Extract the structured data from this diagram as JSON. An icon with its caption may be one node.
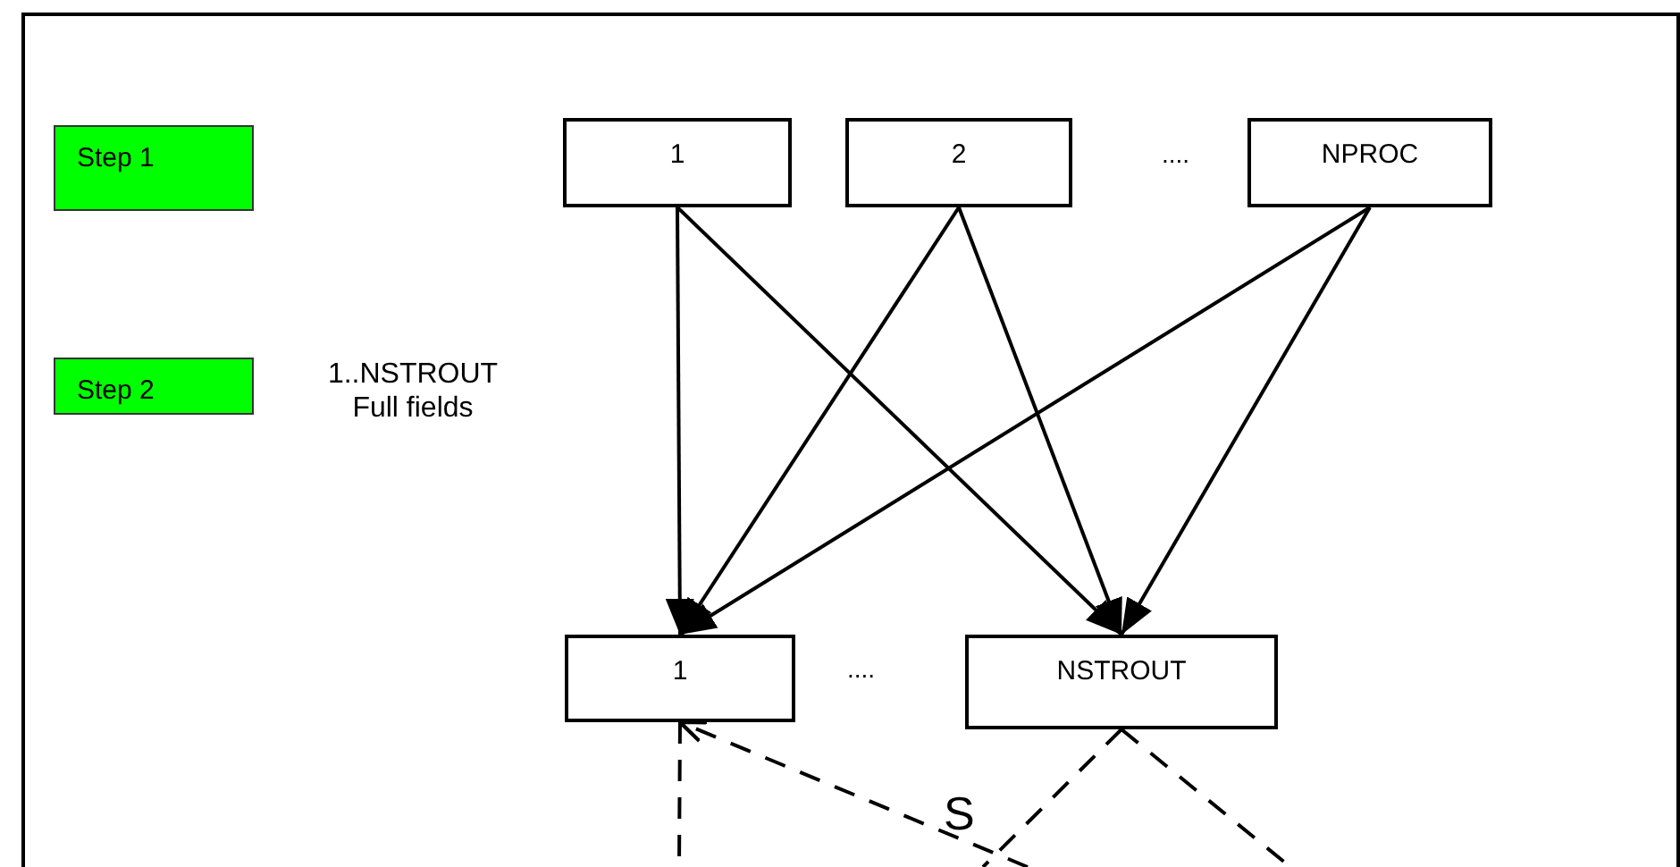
{
  "diagram": {
    "nodes": [
      {
        "text": [
          "Step 1"
        ]
      },
      {
        "text": [
          "Step 2"
        ],
        "beside": [
          "1..NSTROUT Full fields"
        ]
      },
      {
        "text": [
          "1"
        ]
      },
      {
        "text": [
          "2"
        ]
      },
      {
        "text": [
          "NPROC"
        ]
      },
      {
        "text": [
          "1"
        ]
      },
      {
        "text": [
          "NSTROUT"
        ]
      }
    ],
    "edges": [
      {
        "from": 2,
        "to": 5,
        "arrow": "to"
      },
      {
        "from": 2,
        "to": 6,
        "arrow": "to"
      },
      {
        "from": 3,
        "to": 5,
        "arrow": "to"
      },
      {
        "from": 3,
        "to": 6,
        "arrow": "to"
      },
      {
        "from": 4,
        "to": 5,
        "arrow": "to"
      },
      {
        "from": 4,
        "to": 6,
        "arrow": "to"
      },
      {
        "from": 5,
        "to": null,
        "arrow": "none",
        "style": "dashed"
      },
      {
        "from": null,
        "to": 5,
        "arrow": "to",
        "style": "dashed"
      },
      {
        "from": 6,
        "to": null,
        "arrow": "none",
        "style": "dashed"
      },
      {
        "from": 6,
        "to": null,
        "arrow": "none",
        "style": "dashed"
      }
    ],
    "labels": [
      "....",
      "....",
      "S"
    ]
  }
}
